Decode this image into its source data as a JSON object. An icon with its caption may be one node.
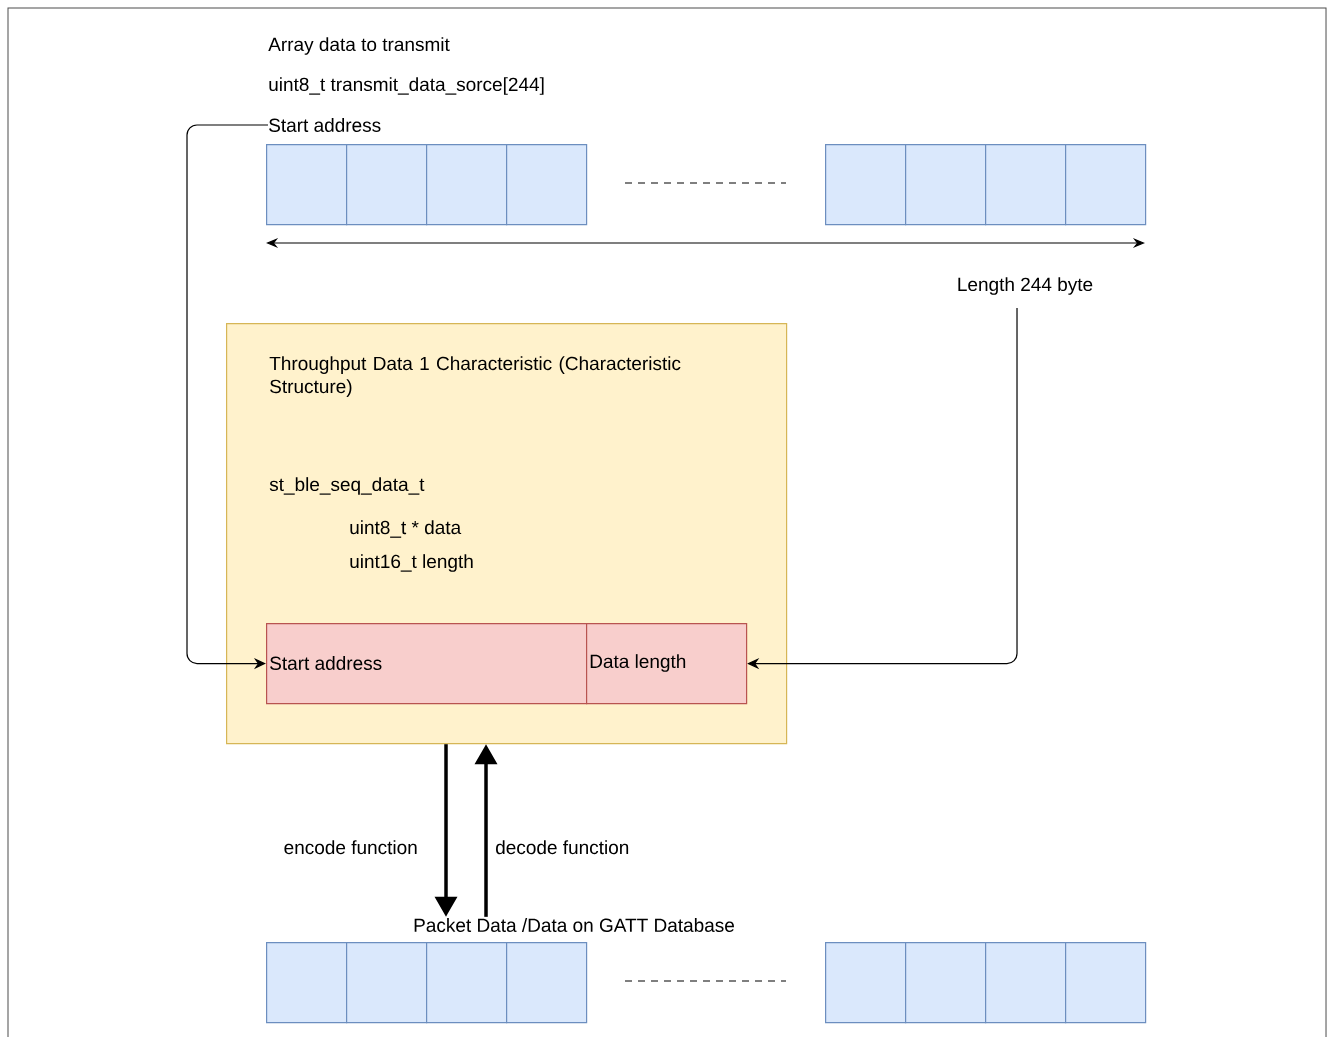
{
  "diagram": {
    "nodes": [
      {
        "text": [
          "Start address"
        ]
      },
      {
        "text": [],
        "shape": "box"
      },
      {
        "text": [],
        "shape": "box"
      },
      {
        "text": [],
        "shape": "box"
      },
      {
        "text": [],
        "shape": "box"
      },
      {
        "text": [],
        "shape": "box"
      },
      {
        "text": [],
        "shape": "box"
      },
      {
        "text": [],
        "shape": "box"
      },
      {
        "text": [],
        "shape": "box"
      },
      {
        "text": [
          "Length 244 byte"
        ]
      },
      {
        "text": [
          "Throughput Data 1 Characteristic (Characteristic Structure)",
          "st_ble_seq_data_t",
          "uint8_t * data",
          "uint16_t length"
        ]
      },
      {
        "text": [
          "Start address"
        ],
        "in": 10
      },
      {
        "text": [
          "Data length"
        ],
        "in": 10
      },
      {
        "text": [
          "Packet Data /Data on GATT Database"
        ]
      },
      {
        "text": [],
        "shape": "box"
      },
      {
        "text": [],
        "shape": "box"
      },
      {
        "text": [],
        "shape": "box"
      },
      {
        "text": [],
        "shape": "box"
      },
      {
        "text": [],
        "shape": "box"
      },
      {
        "text": [],
        "shape": "box"
      },
      {
        "text": [],
        "shape": "box"
      },
      {
        "text": [],
        "shape": "box"
      }
    ],
    "edges": [
      {
        "from": 0,
        "to": 11,
        "arrow": "to"
      },
      {
        "from": 9,
        "to": 12,
        "arrow": "to"
      },
      {
        "from": 10,
        "to": 13,
        "arrow": "to",
        "label": "encode function",
        "style": "thick"
      },
      {
        "from": 13,
        "to": 10,
        "arrow": "to",
        "label": "decode function",
        "style": "thick"
      }
    ],
    "labels": [
      "Array data to transmit",
      "uint8_t transmit_data_sorce[244]"
    ]
  }
}
